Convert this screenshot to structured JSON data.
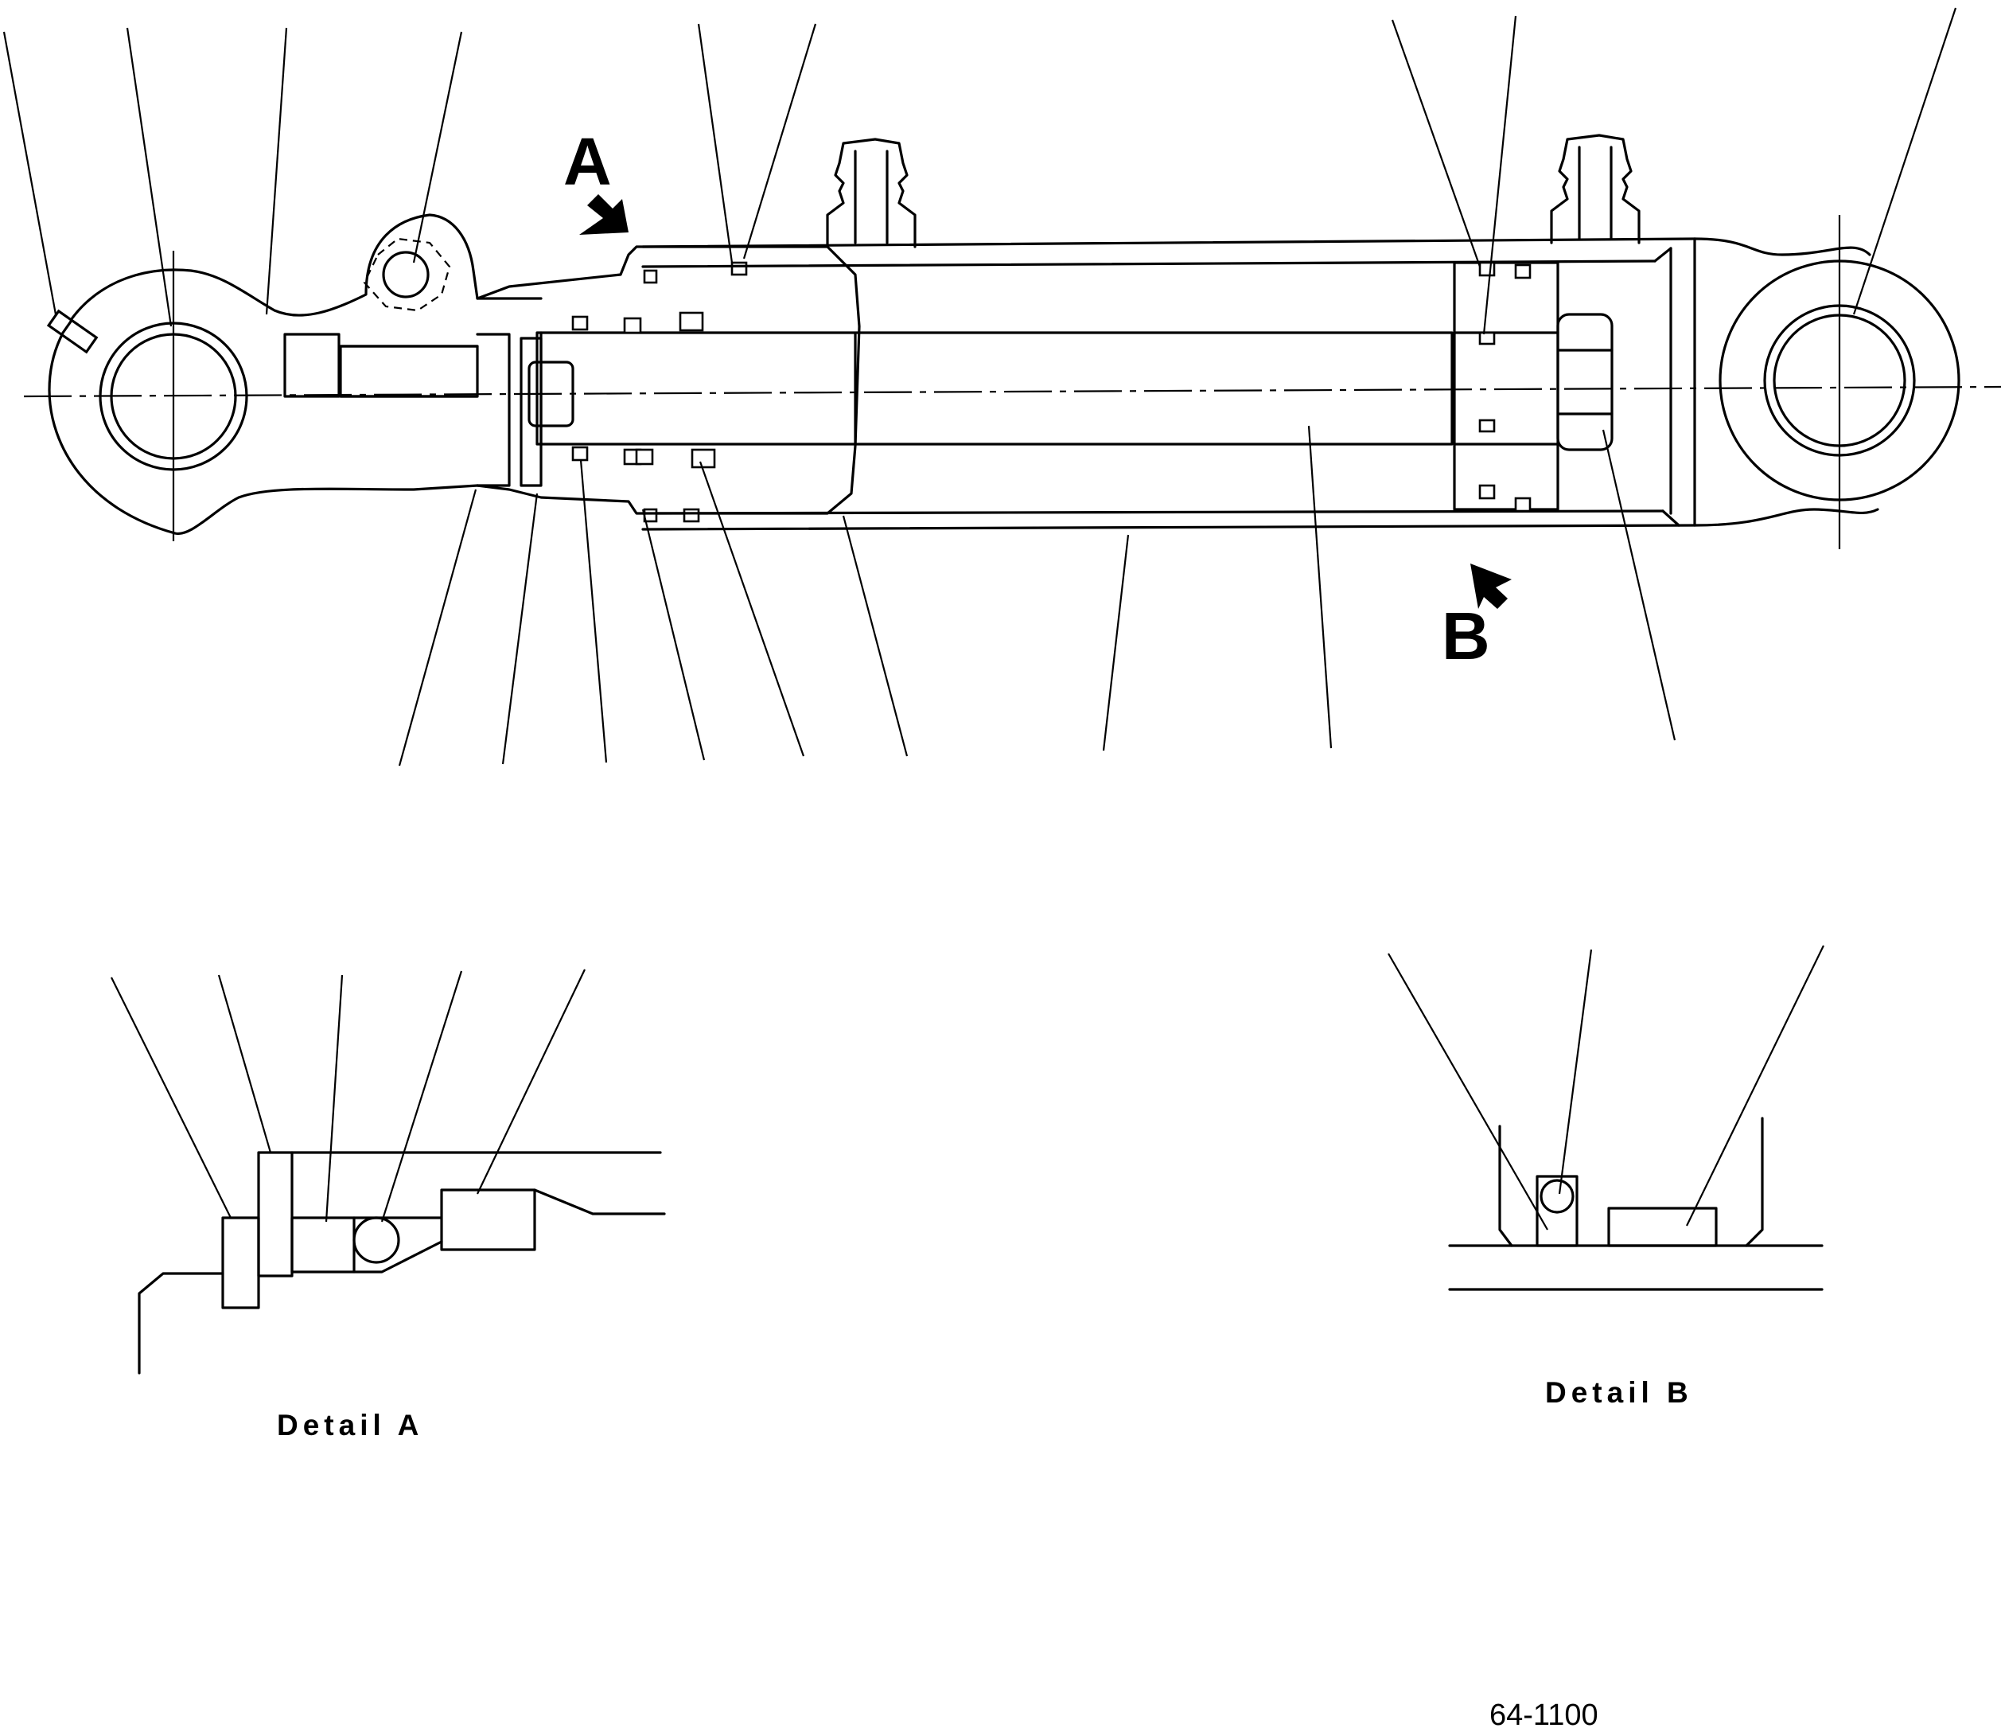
{
  "markers": {
    "a": "A",
    "b": "B"
  },
  "detail_a": {
    "caption": "Detail  A"
  },
  "detail_b": {
    "caption": "Detail  B"
  },
  "drawing_code": "64-1100",
  "colors": {
    "ink": "#000000",
    "paper": "#ffffff"
  }
}
